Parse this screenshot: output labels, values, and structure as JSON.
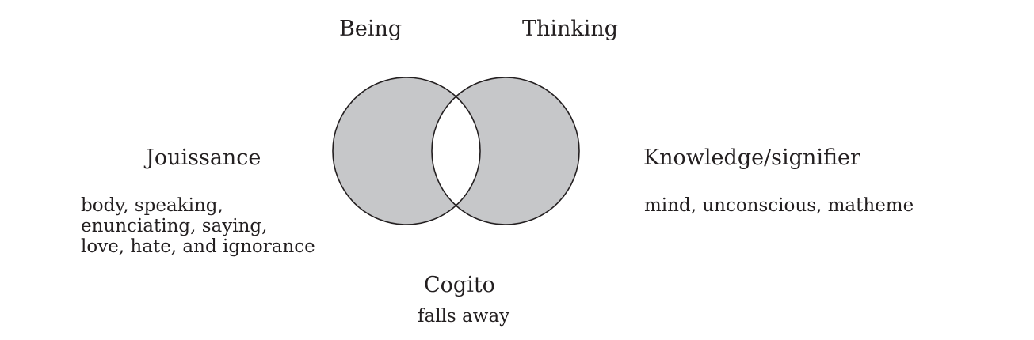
{
  "diagram": {
    "left_circle_label": "Being",
    "right_circle_label": "Thinking",
    "left_side": {
      "title": "Jouissance",
      "lines": [
        "body, speaking,",
        "enunciating, saying,",
        "love, hate, and ignorance"
      ]
    },
    "right_side": {
      "title": "Knowledge/signifier",
      "lines": [
        "mind, unconscious, matheme"
      ]
    },
    "bottom": {
      "title": "Cogito",
      "subtitle": "falls away"
    },
    "colors": {
      "fill": "#c6c7c9",
      "stroke": "#231f20",
      "intersection": "#ffffff"
    }
  }
}
